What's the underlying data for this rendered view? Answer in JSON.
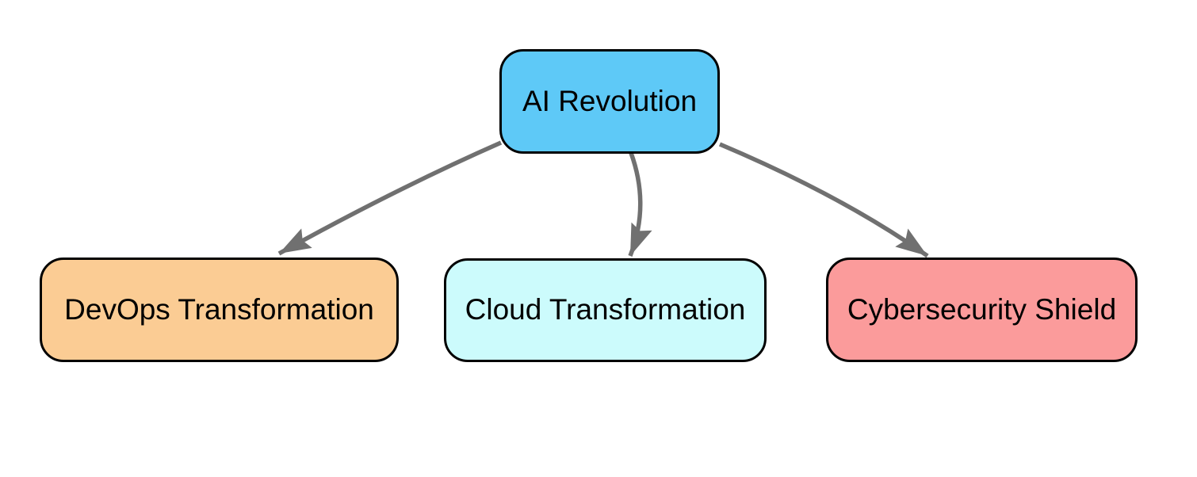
{
  "diagram": {
    "type": "flowchart",
    "direction": "top-down"
  },
  "nodes": [
    {
      "id": "root",
      "label": "AI Revolution",
      "fill": "#5EC9F7"
    },
    {
      "id": "dev",
      "label": "DevOps Transformation",
      "fill": "#FBCC94"
    },
    {
      "id": "cloud",
      "label": "Cloud Transformation",
      "fill": "#CCFBFC"
    },
    {
      "id": "cyber",
      "label": "Cybersecurity Shield",
      "fill": "#FB9B9B"
    }
  ],
  "edges": [
    {
      "from": "AI Revolution",
      "to": "DevOps Transformation"
    },
    {
      "from": "AI Revolution",
      "to": "Cloud Transformation"
    },
    {
      "from": "AI Revolution",
      "to": "Cybersecurity Shield"
    }
  ],
  "colors": {
    "edge": "#707070",
    "node_border": "#000000",
    "text": "#000000",
    "background": "#FFFFFF"
  }
}
